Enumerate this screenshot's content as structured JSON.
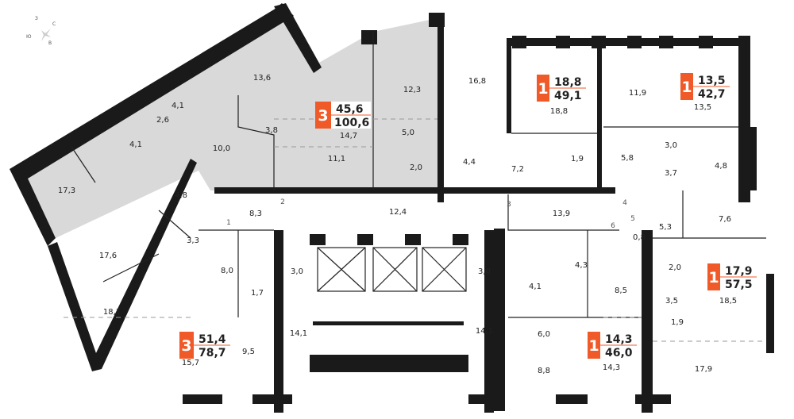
{
  "colors": {
    "accent": "#ef5a28",
    "highlight": "#d9d9d9",
    "wall": "#1a1a1a"
  },
  "compass": {
    "n": "С",
    "s": "Ю",
    "w": "З",
    "e": "В"
  },
  "rooms": [
    "13,6",
    "4,1",
    "2,6",
    "4,1",
    "3,8",
    "10,0",
    "17,3",
    "12,3",
    "14,7",
    "5,0",
    "11,1",
    "2,0",
    "16,8",
    "4,4",
    "7,2",
    "18,8",
    "11,9",
    "13,5",
    "3,0",
    "5,8",
    "1,9",
    "3,7",
    "4,8",
    "4,8",
    "8,3",
    "12,4",
    "13,9",
    "5,3",
    "7,6",
    "3,3",
    "17,6",
    "8,0",
    "3,0",
    "3,0",
    "0,8",
    "4,3",
    "2,0",
    "4,1",
    "8,5",
    "1,7",
    "3,5",
    "1,9",
    "18,5",
    "18,1",
    "14,1",
    "14,1",
    "6,0",
    "9,5",
    "15,7",
    "8,8",
    "14,3",
    "17,9"
  ],
  "stairs": [
    "1",
    "2",
    "3",
    "4",
    "5",
    "6"
  ],
  "apartments": [
    {
      "rooms": "3",
      "living": "45,6",
      "total": "100,6"
    },
    {
      "rooms": "1",
      "living": "18,8",
      "total": "49,1"
    },
    {
      "rooms": "1",
      "living": "13,5",
      "total": "42,7"
    },
    {
      "rooms": "1",
      "living": "17,9",
      "total": "57,5"
    },
    {
      "rooms": "3",
      "living": "51,4",
      "total": "78,7"
    },
    {
      "rooms": "1",
      "living": "14,3",
      "total": "46,0"
    }
  ]
}
